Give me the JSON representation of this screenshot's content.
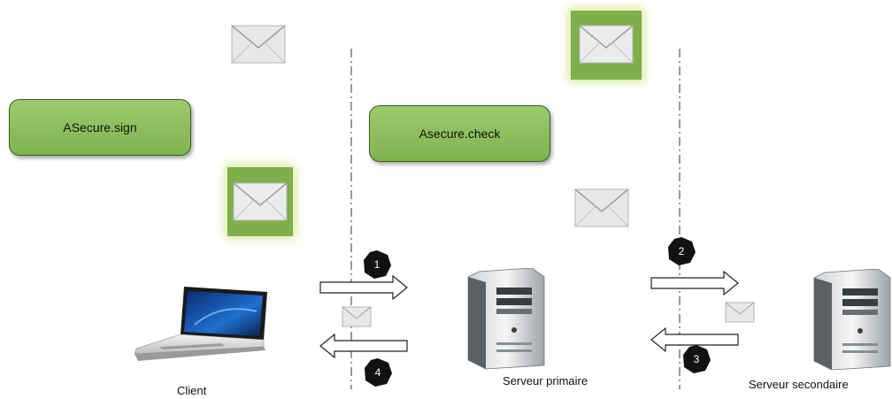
{
  "boxes": {
    "sign": "ASecure.sign",
    "check": "Asecure.check"
  },
  "nodes": {
    "client": "Client",
    "primary": "Serveur primaire",
    "secondary": "Serveur secondaire"
  },
  "steps": [
    "1",
    "2",
    "3",
    "4"
  ],
  "colors": {
    "box_green": "#8cbf5c",
    "highlight_green": "#7fae4a",
    "badge": "#111111"
  }
}
